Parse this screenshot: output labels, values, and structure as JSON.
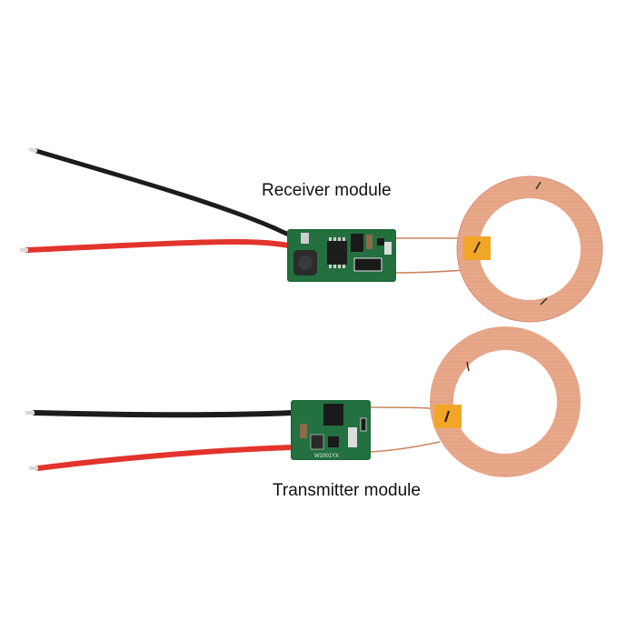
{
  "image": {
    "description": "Product photo of a wireless charging receiver module and transmitter module with copper coils",
    "background": "#ffffff"
  },
  "labels": {
    "receiver": "Receiver module",
    "transmitter": "Transmitter module"
  },
  "colors": {
    "wire_black": "#1c1c1c",
    "wire_red": "#e2342c",
    "pcb_green": "#1f6b3a",
    "copper_coil": "#e8a98a",
    "copper_coil_dark": "#d58f72",
    "kapton_tape": "#f2a628"
  },
  "chip_marking": "W1001YX"
}
